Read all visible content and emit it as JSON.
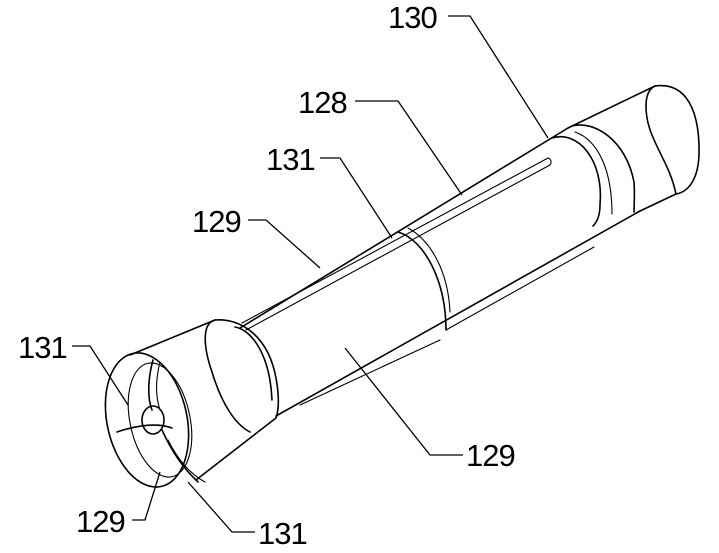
{
  "labels": {
    "l130": "130",
    "l128": "128",
    "l131_top": "131",
    "l129_upper": "129",
    "l131_left": "131",
    "l129_right": "129",
    "l129_bottom": "129",
    "l131_bottom": "131"
  },
  "colors": {
    "stroke": "#000000",
    "background": "#ffffff"
  }
}
